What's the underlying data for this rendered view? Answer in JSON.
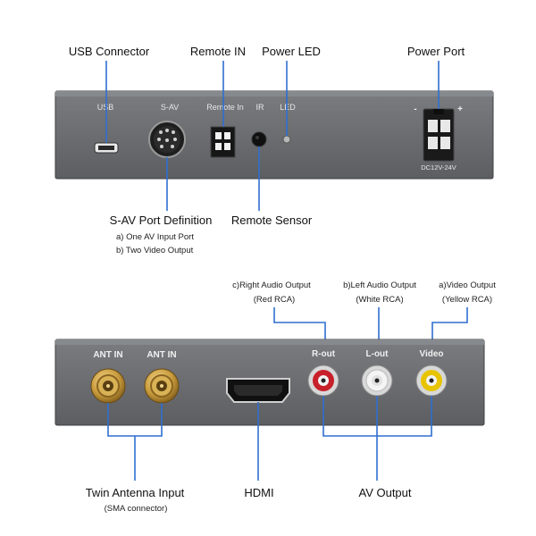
{
  "top_panel": {
    "labels": {
      "usb_connector": "USB Connector",
      "remote_in": "Remote IN",
      "power_led": "Power LED",
      "power_port": "Power Port",
      "sav_def": "S-AV Port Definition",
      "sav_def_a": "a) One AV Input Port",
      "sav_def_b": "b) Two Video Output",
      "remote_sensor": "Remote Sensor"
    },
    "printed": {
      "usb": "USB",
      "sav": "S-AV",
      "remote_in": "Remote In",
      "ir": "IR",
      "led": "LED",
      "minus": "-",
      "plus": "+",
      "dc": "DC12V-24V"
    }
  },
  "bottom_panel": {
    "labels": {
      "right_audio": "c)Right Audio Output",
      "right_audio_sub": "(Red RCA)",
      "left_audio": "b)Left Audio Output",
      "left_audio_sub": "(White RCA)",
      "video_out": "a)Video Output",
      "video_out_sub": "(Yellow RCA)",
      "twin_ant": "Twin Antenna Input",
      "twin_ant_sub": "(SMA connector)",
      "hdmi": "HDMI",
      "av_output": "AV Output"
    },
    "printed": {
      "ant1": "ANT IN",
      "ant2": "ANT IN",
      "rout": "R-out",
      "lout": "L-out",
      "video": "Video"
    }
  },
  "colors": {
    "panel": "#6b6d70",
    "callout": "#2f6fd0",
    "rca_red": "#c8202a",
    "rca_white": "#e8e8e8",
    "rca_yellow": "#e8c400",
    "sma_gold": "#c89b3c"
  }
}
